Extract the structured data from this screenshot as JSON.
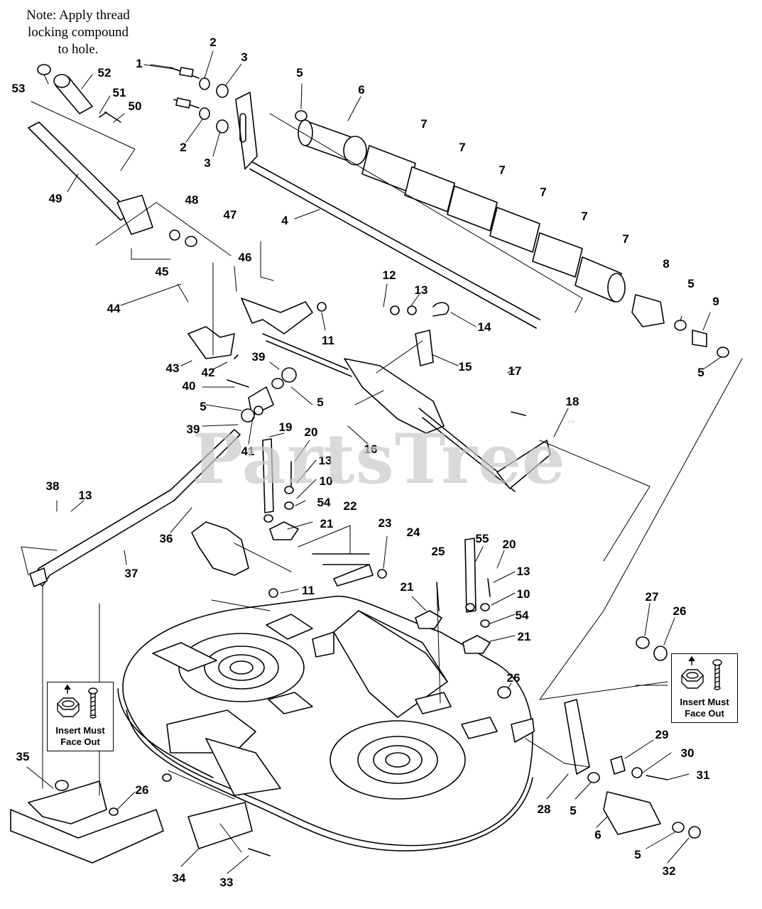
{
  "note": {
    "line1": "Note: Apply thread",
    "line2": "locking compound",
    "line3": "to hole."
  },
  "watermark": {
    "text": "PartsTree",
    "mark": "™"
  },
  "insets": [
    {
      "line1": "Insert Must",
      "line2": "Face Out"
    },
    {
      "line1": "Insert Must",
      "line2": "Face Out"
    }
  ],
  "callouts": [
    "53",
    "52",
    "51",
    "50",
    "49",
    "1",
    "2",
    "3",
    "2",
    "3",
    "5",
    "6",
    "7",
    "7",
    "7",
    "7",
    "7",
    "7",
    "8",
    "5",
    "9",
    "5",
    "48",
    "47",
    "4",
    "46",
    "45",
    "44",
    "12",
    "13",
    "14",
    "11",
    "43",
    "42",
    "39",
    "15",
    "17",
    "40",
    "5",
    "5",
    "39",
    "41",
    "19",
    "20",
    "16",
    "18",
    "13",
    "10",
    "38",
    "13",
    "54",
    "22",
    "36",
    "21",
    "23",
    "24",
    "25",
    "55",
    "20",
    "37",
    "11",
    "13",
    "21",
    "10",
    "54",
    "27",
    "26",
    "21",
    "26",
    "29",
    "30",
    "31",
    "35",
    "26",
    "28",
    "5",
    "6",
    "5",
    "32",
    "34",
    "33"
  ],
  "colors": {
    "ink": "#000000",
    "watermark": "#c9c9c9",
    "background": "#ffffff"
  }
}
